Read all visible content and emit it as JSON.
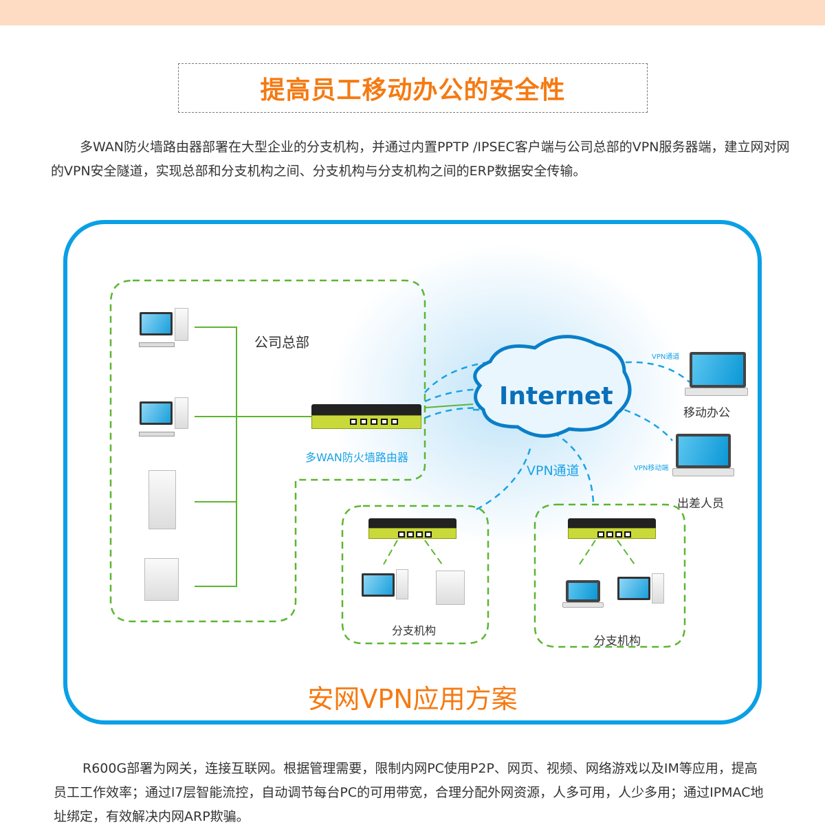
{
  "title": "提高员工移动办公的安全性",
  "intro": "多WAN防火墙路由器部署在大型企业的分支机构，并通过内置PPTP /IPSEC客户端与公司总部的VPN服务器端，建立网对网的VPN安全隧道，实现总部和分支机构之间、分支机构与分支机构之间的ERP数据安全传输。",
  "diagram": {
    "hq_label": "公司总部",
    "router_label": "多WAN防火墙路由器",
    "internet_label": "Internet",
    "vpn_tunnel": "VPN通道",
    "vpn_tunnel_small": "VPN通道",
    "vpn_mobile_small": "VPN移动端",
    "mobile_office": "移动办公",
    "traveler": "出差人员",
    "branch1": "分支机构",
    "branch2": "分支机构",
    "solution_title": "安网VPN应用方案"
  },
  "outro": "R600G部署为网关，连接互联网。根据管理需要，限制内网PC使用P2P、网页、视频、网络游戏以及IM等应用，提高员工工作效率；通过l7层智能流控，自动调节每台PC的可用带宽，合理分配外网资源，人多可用，人少多用；通过IPMAC地址绑定，有效解决内网ARP欺骗。"
}
